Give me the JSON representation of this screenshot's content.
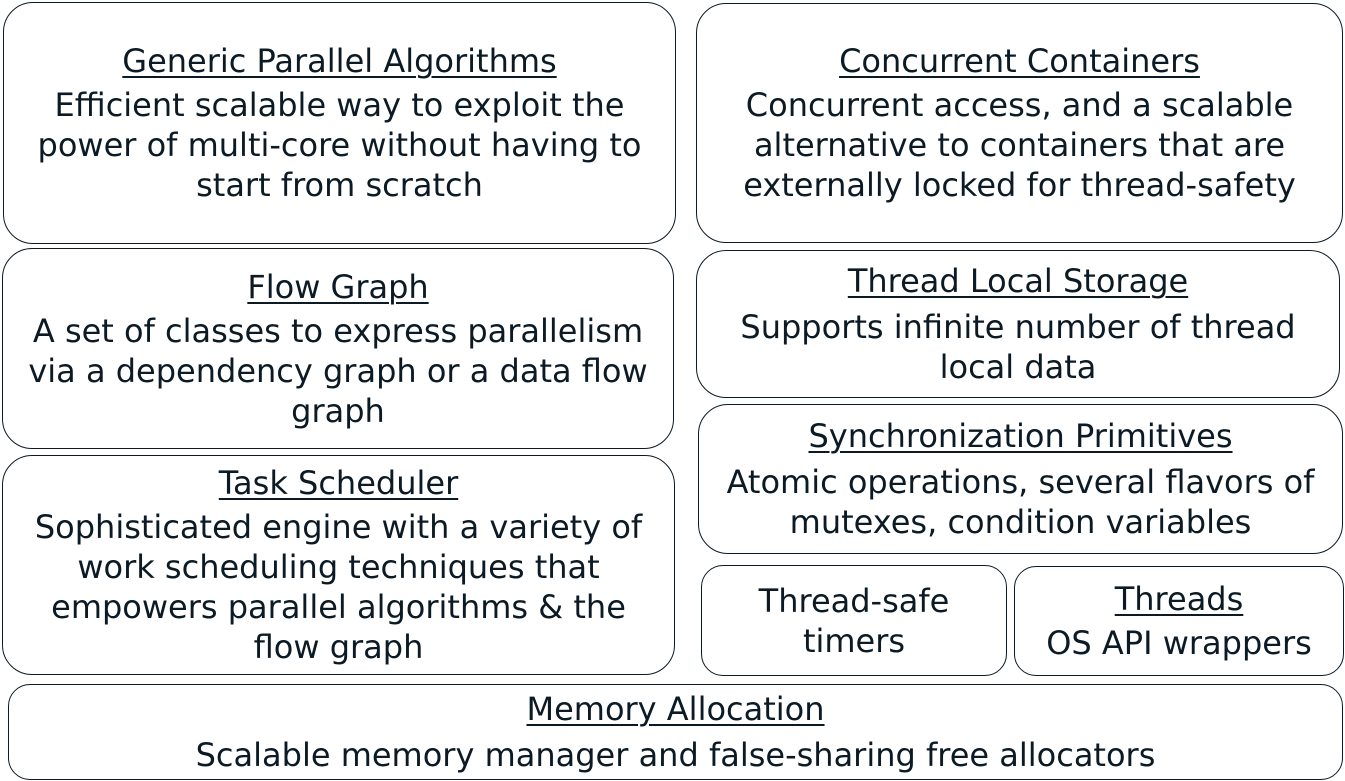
{
  "blocks": {
    "generic_parallel_algorithms": {
      "title": "Generic Parallel Algorithms",
      "description": "Efficient scalable way to exploit the power of multi-core without having to start from scratch"
    },
    "concurrent_containers": {
      "title": "Concurrent Containers",
      "description": "Concurrent access, and a scalable alternative to containers that are externally locked for thread-safety"
    },
    "flow_graph": {
      "title": "Flow Graph",
      "description": "A set of classes to express parallelism via a dependency graph or a data flow graph"
    },
    "thread_local_storage": {
      "title": "Thread Local Storage",
      "description": "Supports infinite number of thread local data"
    },
    "task_scheduler": {
      "title": "Task Scheduler",
      "description": "Sophisticated engine with a variety of work scheduling techniques that empowers parallel algorithms & the flow graph"
    },
    "synchronization_primitives": {
      "title": "Synchronization Primitives",
      "description": "Atomic operations, several flavors of mutexes, condition variables"
    },
    "thread_safe_timers": {
      "description": "Thread-safe timers"
    },
    "threads": {
      "title": "Threads",
      "description": "OS API wrappers"
    },
    "memory_allocation": {
      "title": "Memory Allocation",
      "description": "Scalable memory manager and false-sharing free allocators"
    }
  }
}
